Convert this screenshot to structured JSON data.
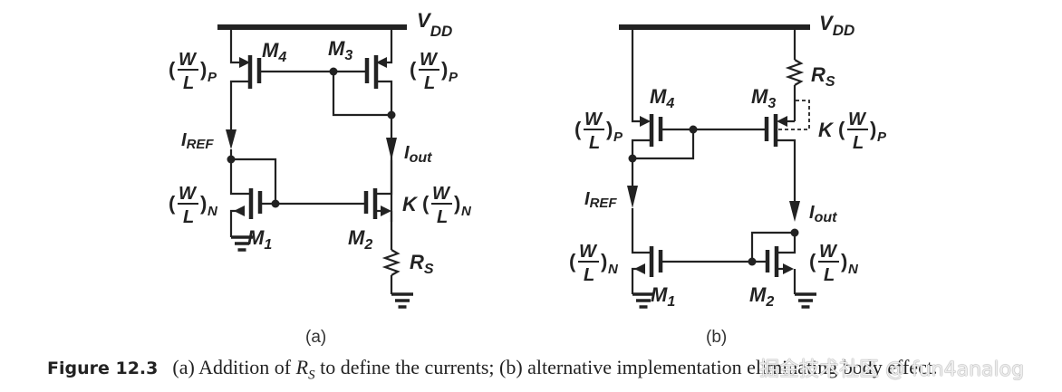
{
  "figure": {
    "caption_number": "Figure 12.3",
    "caption_text_a": "(a) Addition of ",
    "caption_rs_main": "R",
    "caption_rs_sub": "S",
    "caption_text_b": " to define the currents; (b) alternative implementation eliminating body effect.",
    "watermark": "掘金技术社区 @ fun4analog"
  },
  "circuit_a": {
    "panel_label": "(a)",
    "supply_label": "V",
    "supply_sub": "DD",
    "m4": "M",
    "m4_sub": "4",
    "m3": "M",
    "m3_sub": "3",
    "m1": "M",
    "m1_sub": "1",
    "m2": "M",
    "m2_sub": "2",
    "iref": "I",
    "iref_sub": "REF",
    "iout": "I",
    "iout_sub": "out",
    "rs": "R",
    "rs_sub": "S",
    "wl_num": "W",
    "wl_den": "L",
    "p_sub": "P",
    "n_sub": "N",
    "k": "K"
  },
  "circuit_b": {
    "panel_label": "(b)",
    "supply_label": "V",
    "supply_sub": "DD",
    "m4": "M",
    "m4_sub": "4",
    "m3": "M",
    "m3_sub": "3",
    "m1": "M",
    "m1_sub": "1",
    "m2": "M",
    "m2_sub": "2",
    "iref": "I",
    "iref_sub": "REF",
    "iout": "I",
    "iout_sub": "out",
    "rs": "R",
    "rs_sub": "S",
    "wl_num": "W",
    "wl_den": "L",
    "p_sub": "P",
    "n_sub": "N",
    "k": "K"
  }
}
